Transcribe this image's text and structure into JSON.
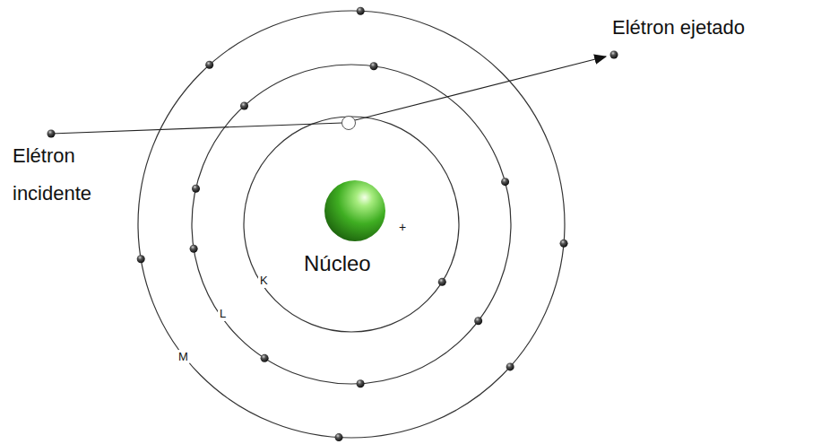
{
  "diagram": {
    "labels": [
      "Elétron ejetado",
      "Elétron incidente",
      "Núcleo",
      "+",
      "K",
      "L",
      "M"
    ]
  }
}
